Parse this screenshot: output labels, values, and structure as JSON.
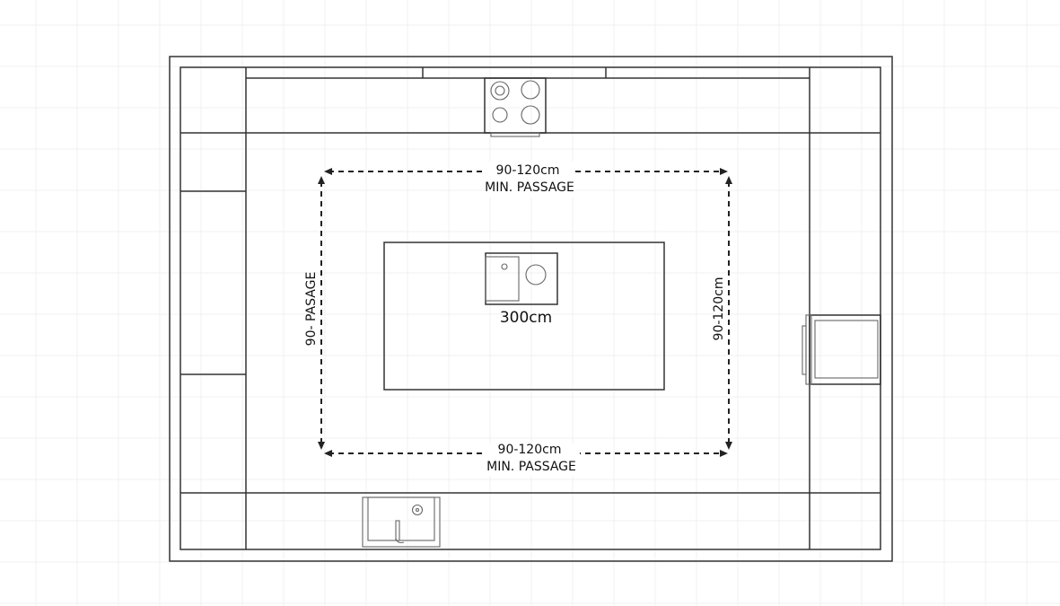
{
  "diagram": {
    "type": "kitchen-floor-plan",
    "grid_color": "#f0f0f0",
    "line_color": "#333333",
    "labels": {
      "top_dimension": "90-120cm",
      "top_caption": "MIN. PASSAGE",
      "bottom_dimension": "90-120cm",
      "bottom_caption": "MIN. PASSAGE",
      "left_label": "90- PASAGE",
      "right_label": "90-120cm",
      "island_length": "300cm"
    },
    "fixtures": [
      "cooktop",
      "island-sink",
      "wall-sink",
      "oven-appliance"
    ]
  }
}
